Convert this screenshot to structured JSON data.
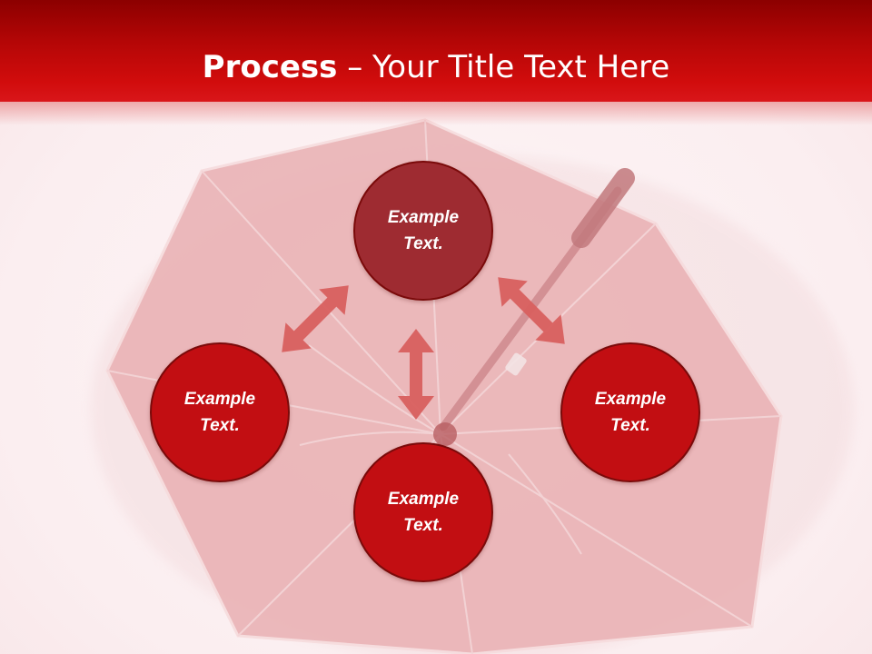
{
  "slide": {
    "title_bold": "Process",
    "title_dash": " – ",
    "title_rest": "Your Title Text Here"
  },
  "nodes": {
    "top": "Example\nText.",
    "left": "Example\nText.",
    "right": "Example\nText.",
    "bottom": "Example\nText."
  },
  "colors": {
    "header": "#c20e12",
    "node_top": "#9e2b31",
    "node": "#c20e12",
    "arrow": "#d9605f"
  },
  "background_image": "umbrella"
}
